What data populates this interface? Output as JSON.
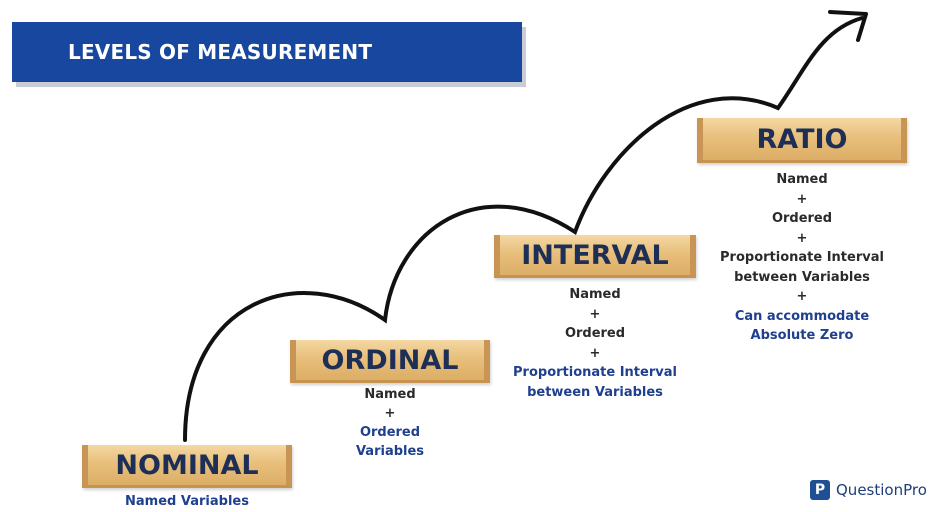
{
  "title": "LEVELS OF MEASUREMENT",
  "levels": [
    {
      "name": "NOMINAL",
      "lines": [
        "Named Variables"
      ]
    },
    {
      "name": "ORDINAL",
      "lines": [
        "Named",
        "+",
        "Ordered",
        "Variables"
      ]
    },
    {
      "name": "INTERVAL",
      "lines": [
        "Named",
        "+",
        "Ordered",
        "+",
        "Proportionate Interval",
        "between Variables"
      ]
    },
    {
      "name": "RATIO",
      "lines": [
        "Named",
        "+",
        "Ordered",
        "+",
        "Proportionate Interval",
        "between Variables",
        "+",
        "Can accommodate",
        "Absolute Zero"
      ]
    }
  ],
  "logo": {
    "mark": "P",
    "text": "QuestionPro"
  },
  "colors": {
    "banner": "#17479e",
    "wood": "#e8bf7c",
    "accent": "#1f3f8f"
  }
}
